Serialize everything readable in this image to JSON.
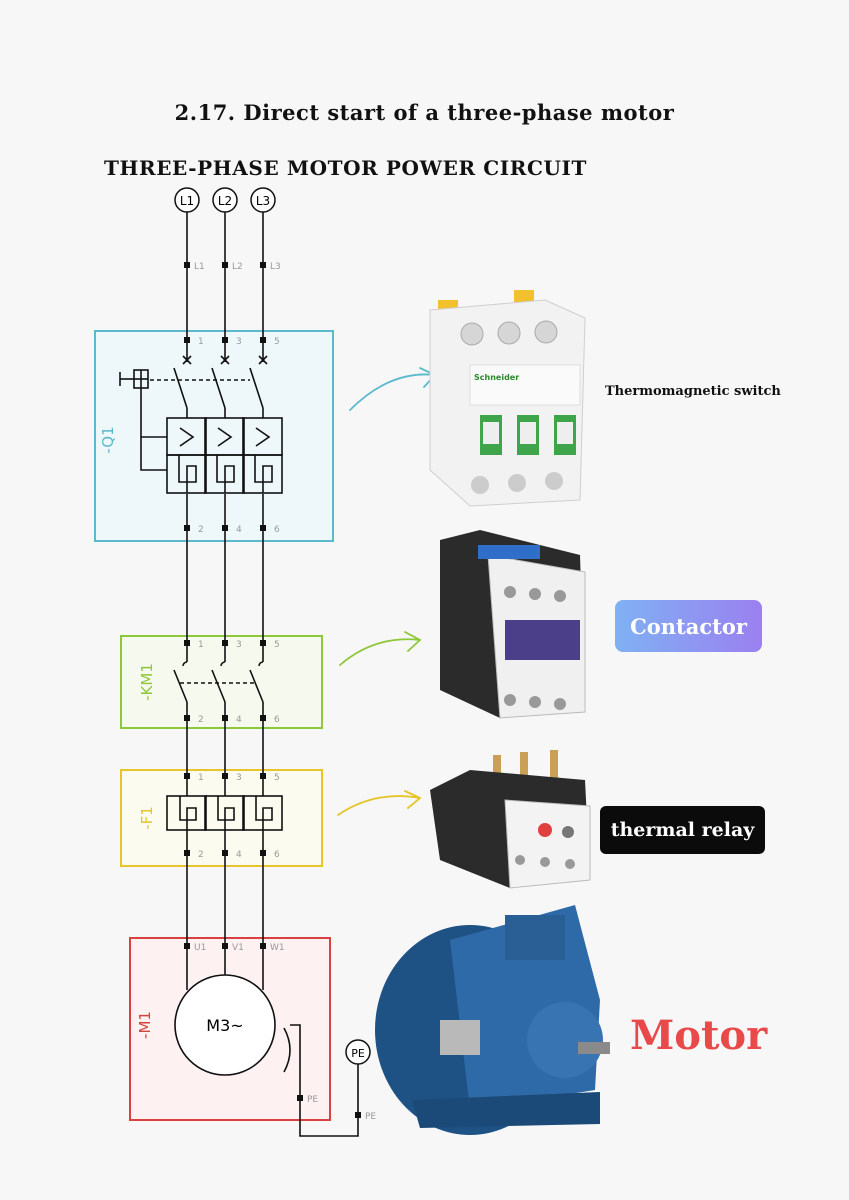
{
  "title": "2.17. Direct start of a three-phase motor",
  "subtitle": "THREE-PHASE MOTOR POWER CIRCUIT",
  "supply": {
    "phases": [
      "L1",
      "L2",
      "L3"
    ],
    "terminals": [
      "L1",
      "L2",
      "L3"
    ]
  },
  "breaker": {
    "designation": "-Q1",
    "top": [
      "1",
      "3",
      "5"
    ],
    "bottom": [
      "2",
      "4",
      "6"
    ],
    "photo_label": "Thermomagnetic switch",
    "photo_color": "#5bb9cc"
  },
  "contactor": {
    "designation": "-KM1",
    "top": [
      "1",
      "3",
      "5"
    ],
    "bottom": [
      "2",
      "4",
      "6"
    ],
    "photo_label": "Contactor",
    "photo_color": "#8ec73a"
  },
  "relay": {
    "designation": "-F1",
    "top": [
      "1",
      "3",
      "5"
    ],
    "bottom": [
      "2",
      "4",
      "6"
    ],
    "photo_label": "thermal relay",
    "photo_color": "#e6c42a"
  },
  "motor": {
    "designation": "-M1",
    "symbol": "M3~",
    "terminals": [
      "U1",
      "V1",
      "W1"
    ],
    "pe_terminal": "PE",
    "photo_label": "Motor",
    "photo_color": "#e84a4a"
  },
  "earth": {
    "symbol": "PE",
    "terminal": "PE"
  },
  "colors": {
    "breaker_box": "#5bb9cc",
    "contactor_box": "#8ec73a",
    "relay_box": "#e6c42a",
    "motor_box": "#d94040",
    "wire": "#111111"
  }
}
